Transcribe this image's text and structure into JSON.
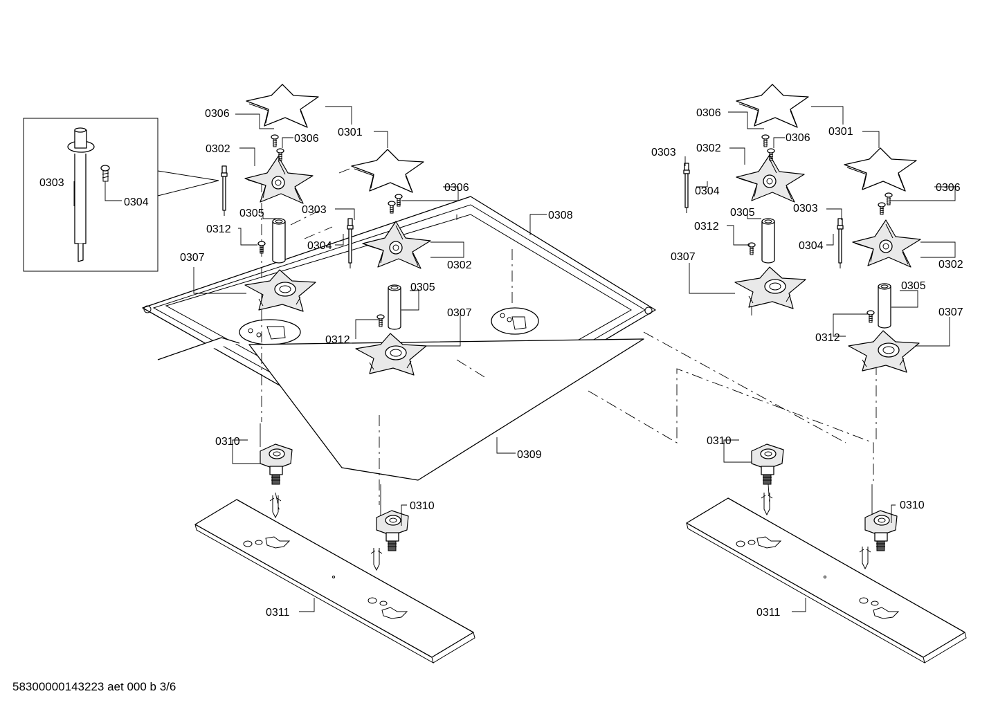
{
  "document_code": "58300000143223 aet 000 b 3/6",
  "labels": {
    "p0301": "0301",
    "p0302": "0302",
    "p0303": "0303",
    "p0304": "0304",
    "p0305": "0305",
    "p0306": "0306",
    "p0307": "0307",
    "p0308": "0308",
    "p0309": "0309",
    "p0310": "0310",
    "p0311": "0311",
    "p0312": "0312"
  }
}
